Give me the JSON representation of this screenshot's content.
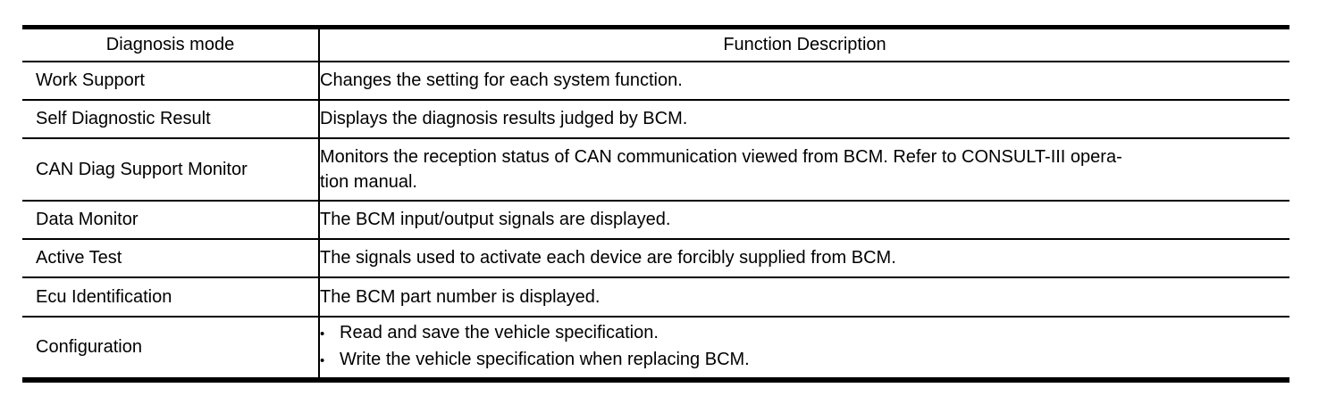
{
  "table": {
    "bullet_char": "•",
    "columns": [
      {
        "label": "Diagnosis mode"
      },
      {
        "label": "Function Description"
      }
    ],
    "rows": [
      {
        "mode": "Work Support",
        "description": "Changes the setting for each system function."
      },
      {
        "mode": "Self Diagnostic Result",
        "description": "Displays the diagnosis results judged by BCM."
      },
      {
        "mode": "CAN Diag Support Monitor",
        "description_lines": [
          "Monitors the reception status of CAN communication viewed from BCM. Refer to CONSULT-III opera-",
          "tion manual."
        ]
      },
      {
        "mode": "Data Monitor",
        "description": "The BCM input/output signals are displayed."
      },
      {
        "mode": "Active Test",
        "description": "The signals used to activate each device are forcibly supplied from BCM."
      },
      {
        "mode": "Ecu Identification",
        "description": "The BCM part number is displayed."
      },
      {
        "mode": "Configuration",
        "bullets": [
          "Read and save the vehicle specification.",
          "Write the vehicle specification when replacing BCM."
        ]
      }
    ]
  }
}
